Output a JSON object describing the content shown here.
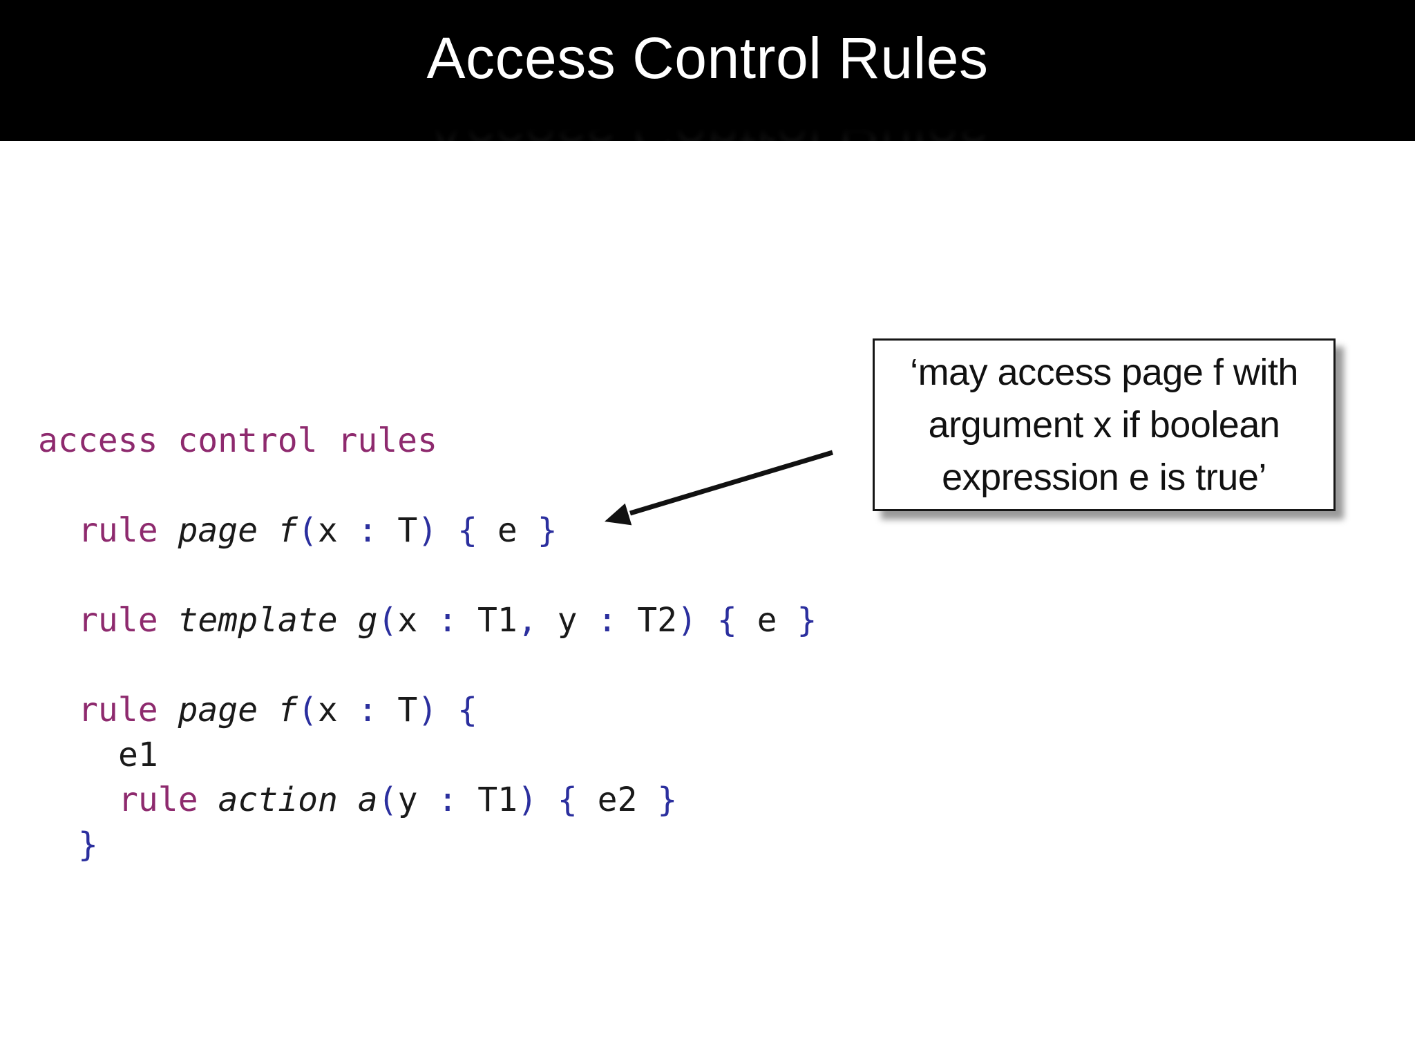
{
  "header": {
    "title": "Access Control Rules"
  },
  "colors": {
    "background": "#ffffff",
    "header_bg": "#000000",
    "title": "#ffffff",
    "keyword": "#8e2a6e",
    "punctuation": "#2b2f9e",
    "plain": "#1a1a1a",
    "arrow": "#111111",
    "callout_bg": "#ffffff",
    "callout_border": "#161616",
    "callout_text": "#111111"
  },
  "code": {
    "lines": [
      {
        "indent": 0,
        "tokens": [
          [
            "kw",
            "access control rules"
          ]
        ]
      },
      {
        "indent": 0,
        "tokens": []
      },
      {
        "indent": 1,
        "tokens": [
          [
            "kw",
            "rule"
          ],
          [
            "pl",
            " "
          ],
          [
            "it",
            "page "
          ],
          [
            "fn",
            "f"
          ],
          [
            "pu",
            "("
          ],
          [
            "pl",
            "x "
          ],
          [
            "pu",
            ":"
          ],
          [
            "pl",
            " T"
          ],
          [
            "pu",
            ")"
          ],
          [
            "pl",
            " "
          ],
          [
            "pu",
            "{"
          ],
          [
            "pl",
            " e "
          ],
          [
            "pu",
            "}"
          ]
        ]
      },
      {
        "indent": 0,
        "tokens": []
      },
      {
        "indent": 1,
        "tokens": [
          [
            "kw",
            "rule"
          ],
          [
            "pl",
            " "
          ],
          [
            "it",
            "template "
          ],
          [
            "fn",
            "g"
          ],
          [
            "pu",
            "("
          ],
          [
            "pl",
            "x "
          ],
          [
            "pu",
            ":"
          ],
          [
            "pl",
            " T1"
          ],
          [
            "pu",
            ","
          ],
          [
            "pl",
            " y "
          ],
          [
            "pu",
            ":"
          ],
          [
            "pl",
            " T2"
          ],
          [
            "pu",
            ")"
          ],
          [
            "pl",
            " "
          ],
          [
            "pu",
            "{"
          ],
          [
            "pl",
            " e "
          ],
          [
            "pu",
            "}"
          ]
        ]
      },
      {
        "indent": 0,
        "tokens": []
      },
      {
        "indent": 1,
        "tokens": [
          [
            "kw",
            "rule"
          ],
          [
            "pl",
            " "
          ],
          [
            "it",
            "page "
          ],
          [
            "fn",
            "f"
          ],
          [
            "pu",
            "("
          ],
          [
            "pl",
            "x "
          ],
          [
            "pu",
            ":"
          ],
          [
            "pl",
            " T"
          ],
          [
            "pu",
            ")"
          ],
          [
            "pl",
            " "
          ],
          [
            "pu",
            "{"
          ]
        ]
      },
      {
        "indent": 2,
        "tokens": [
          [
            "pl",
            "e1"
          ]
        ]
      },
      {
        "indent": 2,
        "tokens": [
          [
            "kw",
            "rule"
          ],
          [
            "pl",
            " "
          ],
          [
            "it",
            "action "
          ],
          [
            "fn",
            "a"
          ],
          [
            "pu",
            "("
          ],
          [
            "pl",
            "y "
          ],
          [
            "pu",
            ":"
          ],
          [
            "pl",
            " T1"
          ],
          [
            "pu",
            ")"
          ],
          [
            "pl",
            " "
          ],
          [
            "pu",
            "{"
          ],
          [
            "pl",
            " e2 "
          ],
          [
            "pu",
            "}"
          ]
        ]
      },
      {
        "indent": 1,
        "tokens": [
          [
            "pu",
            "}"
          ]
        ]
      }
    ]
  },
  "callout": {
    "lines": [
      "‘may access page f with",
      "argument x if boolean",
      "expression e is true’"
    ]
  }
}
